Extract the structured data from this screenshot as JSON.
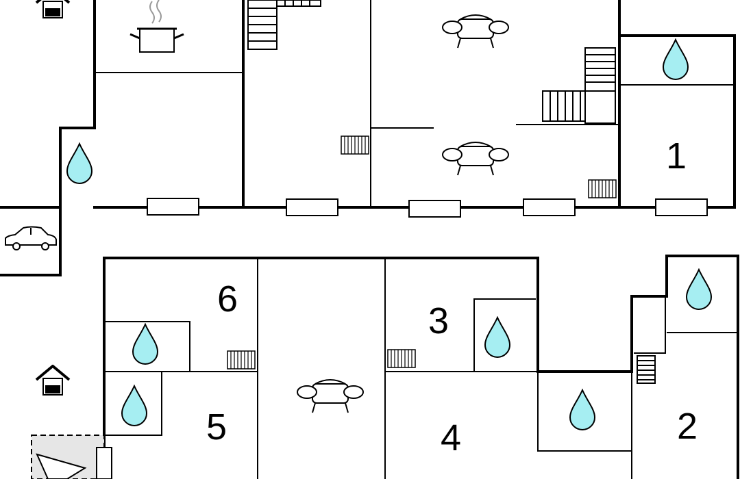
{
  "room_numbers": {
    "r1": "1",
    "r2": "2",
    "r3": "3",
    "r4": "4",
    "r5": "5",
    "r6": "6"
  },
  "colors": {
    "water": "#a6eef2",
    "wall": "#000000",
    "parking": "#e6e6e6"
  },
  "icons": [
    "water-drop-icon",
    "sofa-icon",
    "cooking-pot-icon",
    "car-icon",
    "house-icon",
    "stairs-icon",
    "radiator-icon",
    "compass-icon"
  ]
}
